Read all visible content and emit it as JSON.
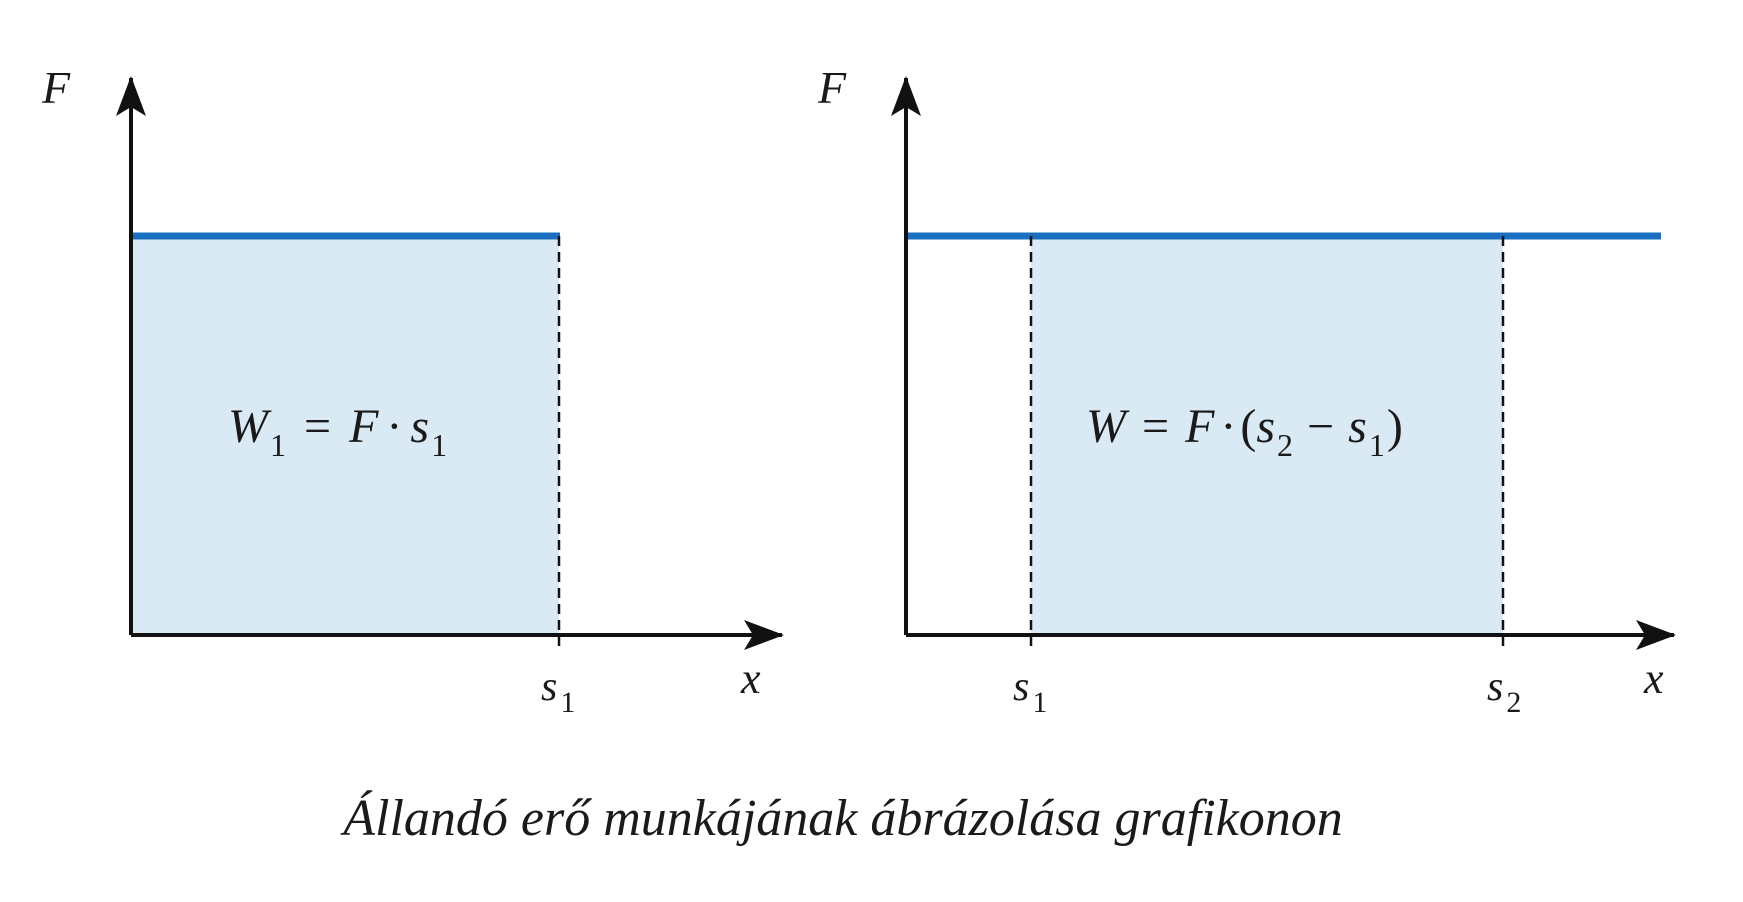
{
  "colors": {
    "force_line": "#1a6fc0",
    "area_fill": "#d9eaf5",
    "axis": "#111111"
  },
  "left_graph": {
    "y_axis_label": "F",
    "x_axis_label": "x",
    "tick_s1": {
      "var": "s",
      "sub": "1"
    },
    "formula": {
      "lhs_var": "W",
      "lhs_sub": "1",
      "eq": "=",
      "f": "F",
      "dot": "·",
      "s": "s",
      "s_sub": "1"
    }
  },
  "right_graph": {
    "y_axis_label": "F",
    "x_axis_label": "x",
    "tick_s1": {
      "var": "s",
      "sub": "1"
    },
    "tick_s2": {
      "var": "s",
      "sub": "2"
    },
    "formula": {
      "lhs_var": "W",
      "eq": "=",
      "f": "F",
      "dot": "·",
      "open": "(",
      "s2": "s",
      "s2_sub": "2",
      "minus": "−",
      "s1": "s",
      "s1_sub": "1",
      "close": ")"
    }
  },
  "caption": "Állandó erő munkájának ábrázolása grafikonon"
}
